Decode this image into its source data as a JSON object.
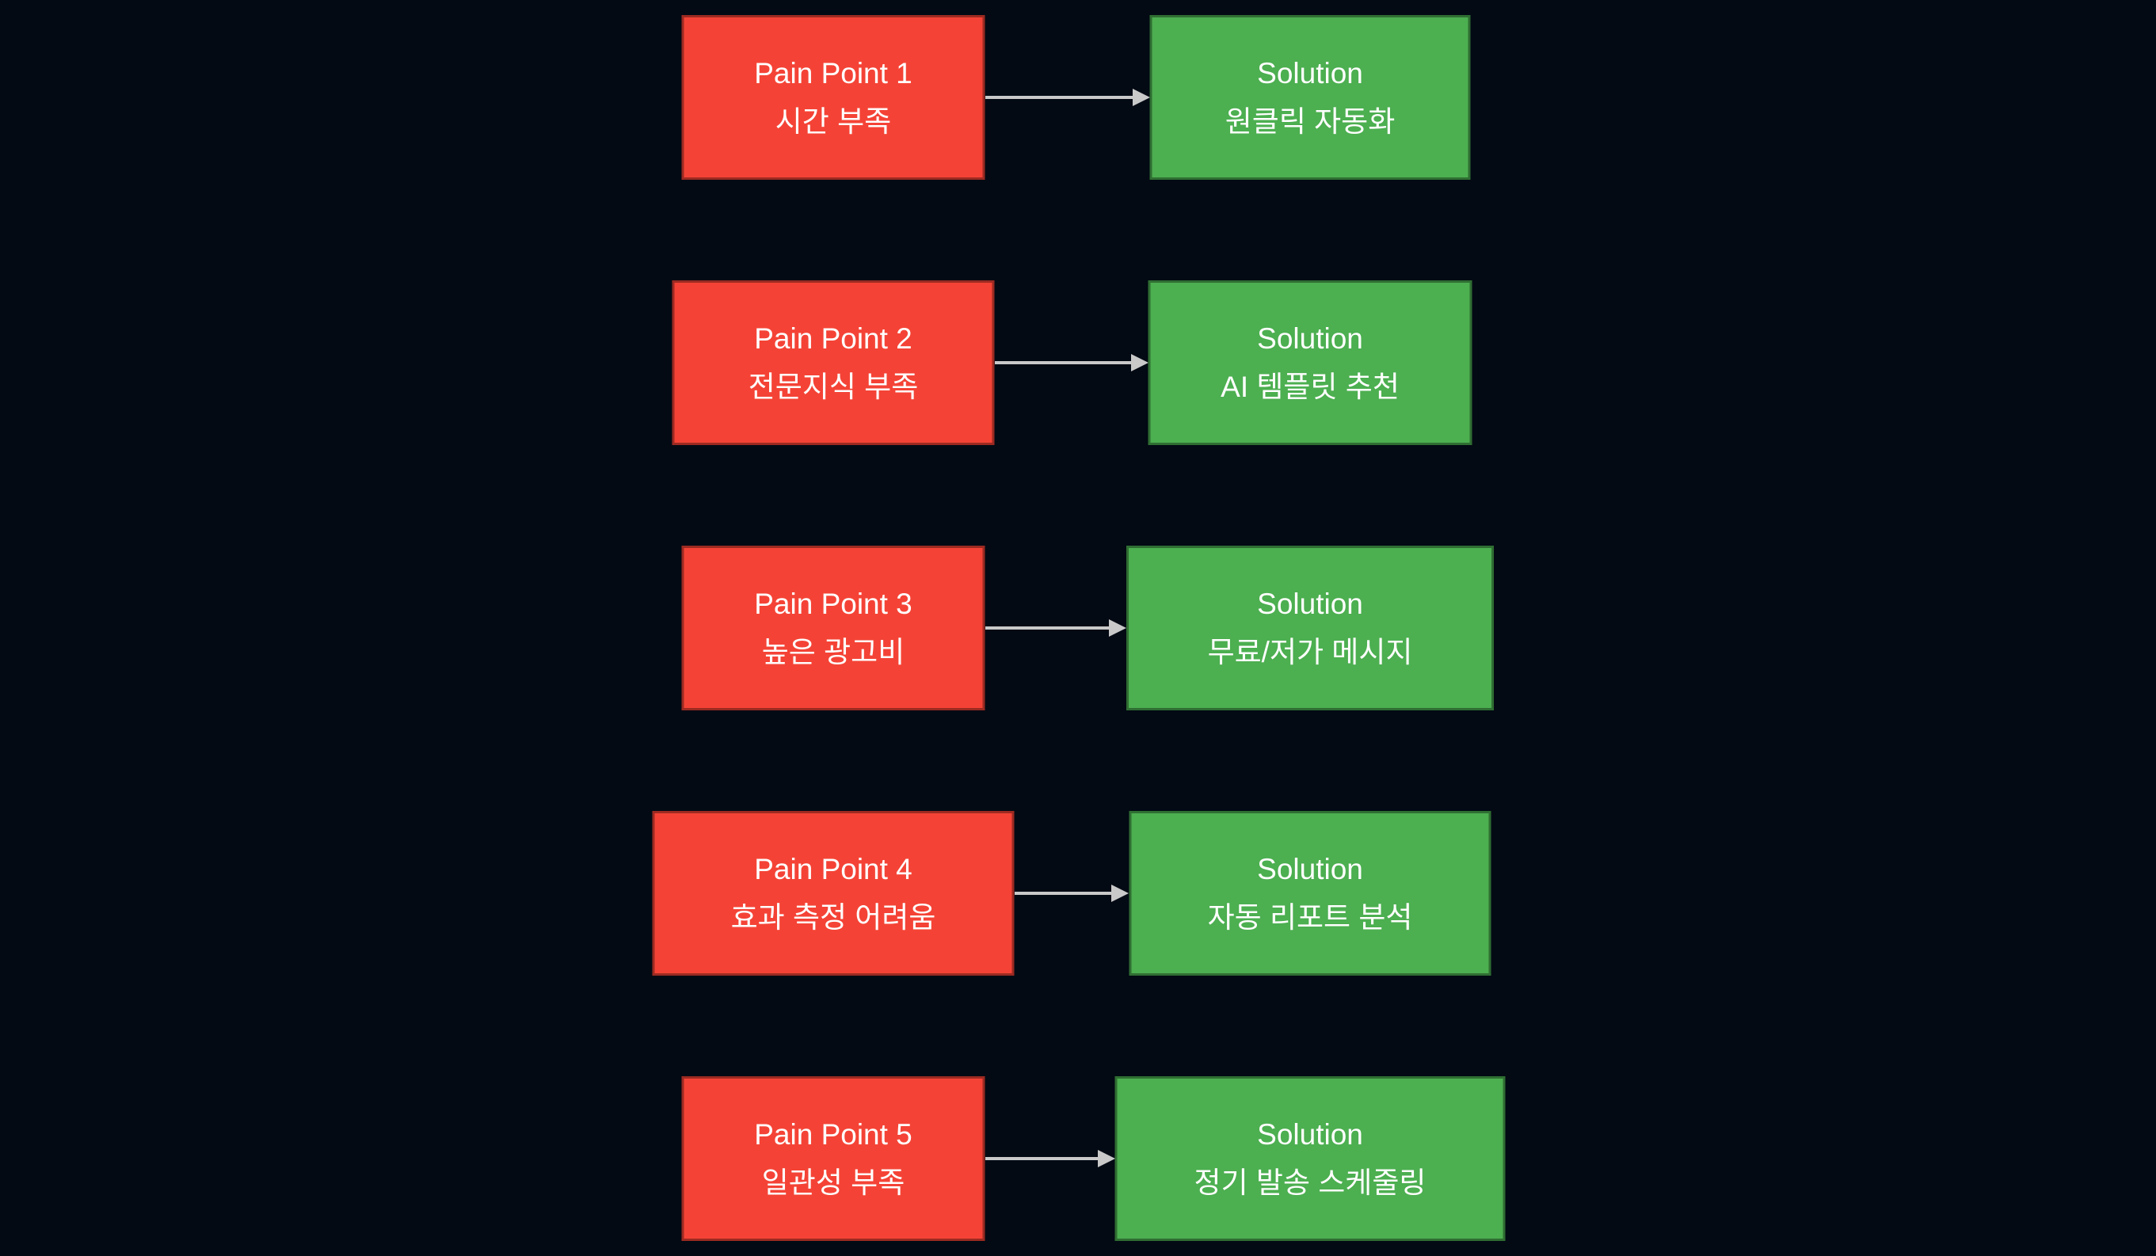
{
  "diagram": {
    "type": "flowchart-pain-point-to-solution",
    "colors": {
      "background": "#030a14",
      "pain_fill": "#f44336",
      "pain_border": "#9c2a22",
      "solution_fill": "#4caf50",
      "solution_border": "#2f6e32",
      "arrow": "#c9c9c9",
      "text": "#ffffff"
    },
    "rows": [
      {
        "pain": {
          "line1": "Pain Point 1",
          "line2": "시간 부족"
        },
        "solution": {
          "line1": "Solution",
          "line2": "원클릭 자동화"
        }
      },
      {
        "pain": {
          "line1": "Pain Point 2",
          "line2": "전문지식 부족"
        },
        "solution": {
          "line1": "Solution",
          "line2": "AI 템플릿 추천"
        }
      },
      {
        "pain": {
          "line1": "Pain Point 3",
          "line2": "높은 광고비"
        },
        "solution": {
          "line1": "Solution",
          "line2": "무료/저가 메시지"
        }
      },
      {
        "pain": {
          "line1": "Pain Point 4",
          "line2": "효과 측정 어려움"
        },
        "solution": {
          "line1": "Solution",
          "line2": "자동 리포트 분석"
        }
      },
      {
        "pain": {
          "line1": "Pain Point 5",
          "line2": "일관성 부족"
        },
        "solution": {
          "line1": "Solution",
          "line2": "정기 발송 스케줄링"
        }
      }
    ]
  }
}
